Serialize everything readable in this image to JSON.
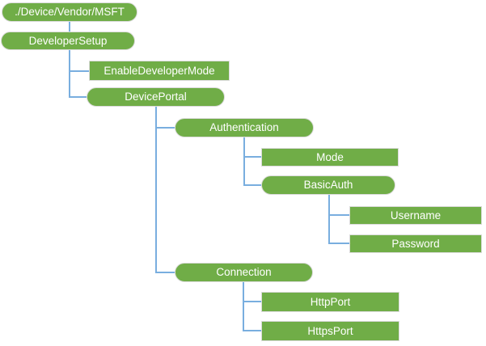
{
  "diagram": {
    "description": "Tree diagram of the DeveloperSetup configuration service provider",
    "colors": {
      "background": "#ffffff",
      "node_fill": "#70AD47",
      "node_text": "#ffffff",
      "node_border": "#dbdbdb",
      "connector": "#79AEDF"
    },
    "nodes": [
      {
        "id": "root",
        "label": "./Device/Vendor/MSFT",
        "shape": "pill",
        "parent": null
      },
      {
        "id": "developer-setup",
        "label": "DeveloperSetup",
        "shape": "pill",
        "parent": "root"
      },
      {
        "id": "enable-developer-mode",
        "label": "EnableDeveloperMode",
        "shape": "rect",
        "parent": "developer-setup"
      },
      {
        "id": "device-portal",
        "label": "DevicePortal",
        "shape": "pill",
        "parent": "developer-setup"
      },
      {
        "id": "authentication",
        "label": "Authentication",
        "shape": "pill",
        "parent": "device-portal"
      },
      {
        "id": "mode",
        "label": "Mode",
        "shape": "rect",
        "parent": "authentication"
      },
      {
        "id": "basic-auth",
        "label": "BasicAuth",
        "shape": "pill",
        "parent": "authentication"
      },
      {
        "id": "username",
        "label": "Username",
        "shape": "rect",
        "parent": "basic-auth"
      },
      {
        "id": "password",
        "label": "Password",
        "shape": "rect",
        "parent": "basic-auth"
      },
      {
        "id": "connection",
        "label": "Connection",
        "shape": "pill",
        "parent": "device-portal"
      },
      {
        "id": "http-port",
        "label": "HttpPort",
        "shape": "rect",
        "parent": "connection"
      },
      {
        "id": "https-port",
        "label": "HttpsPort",
        "shape": "rect",
        "parent": "connection"
      }
    ]
  }
}
